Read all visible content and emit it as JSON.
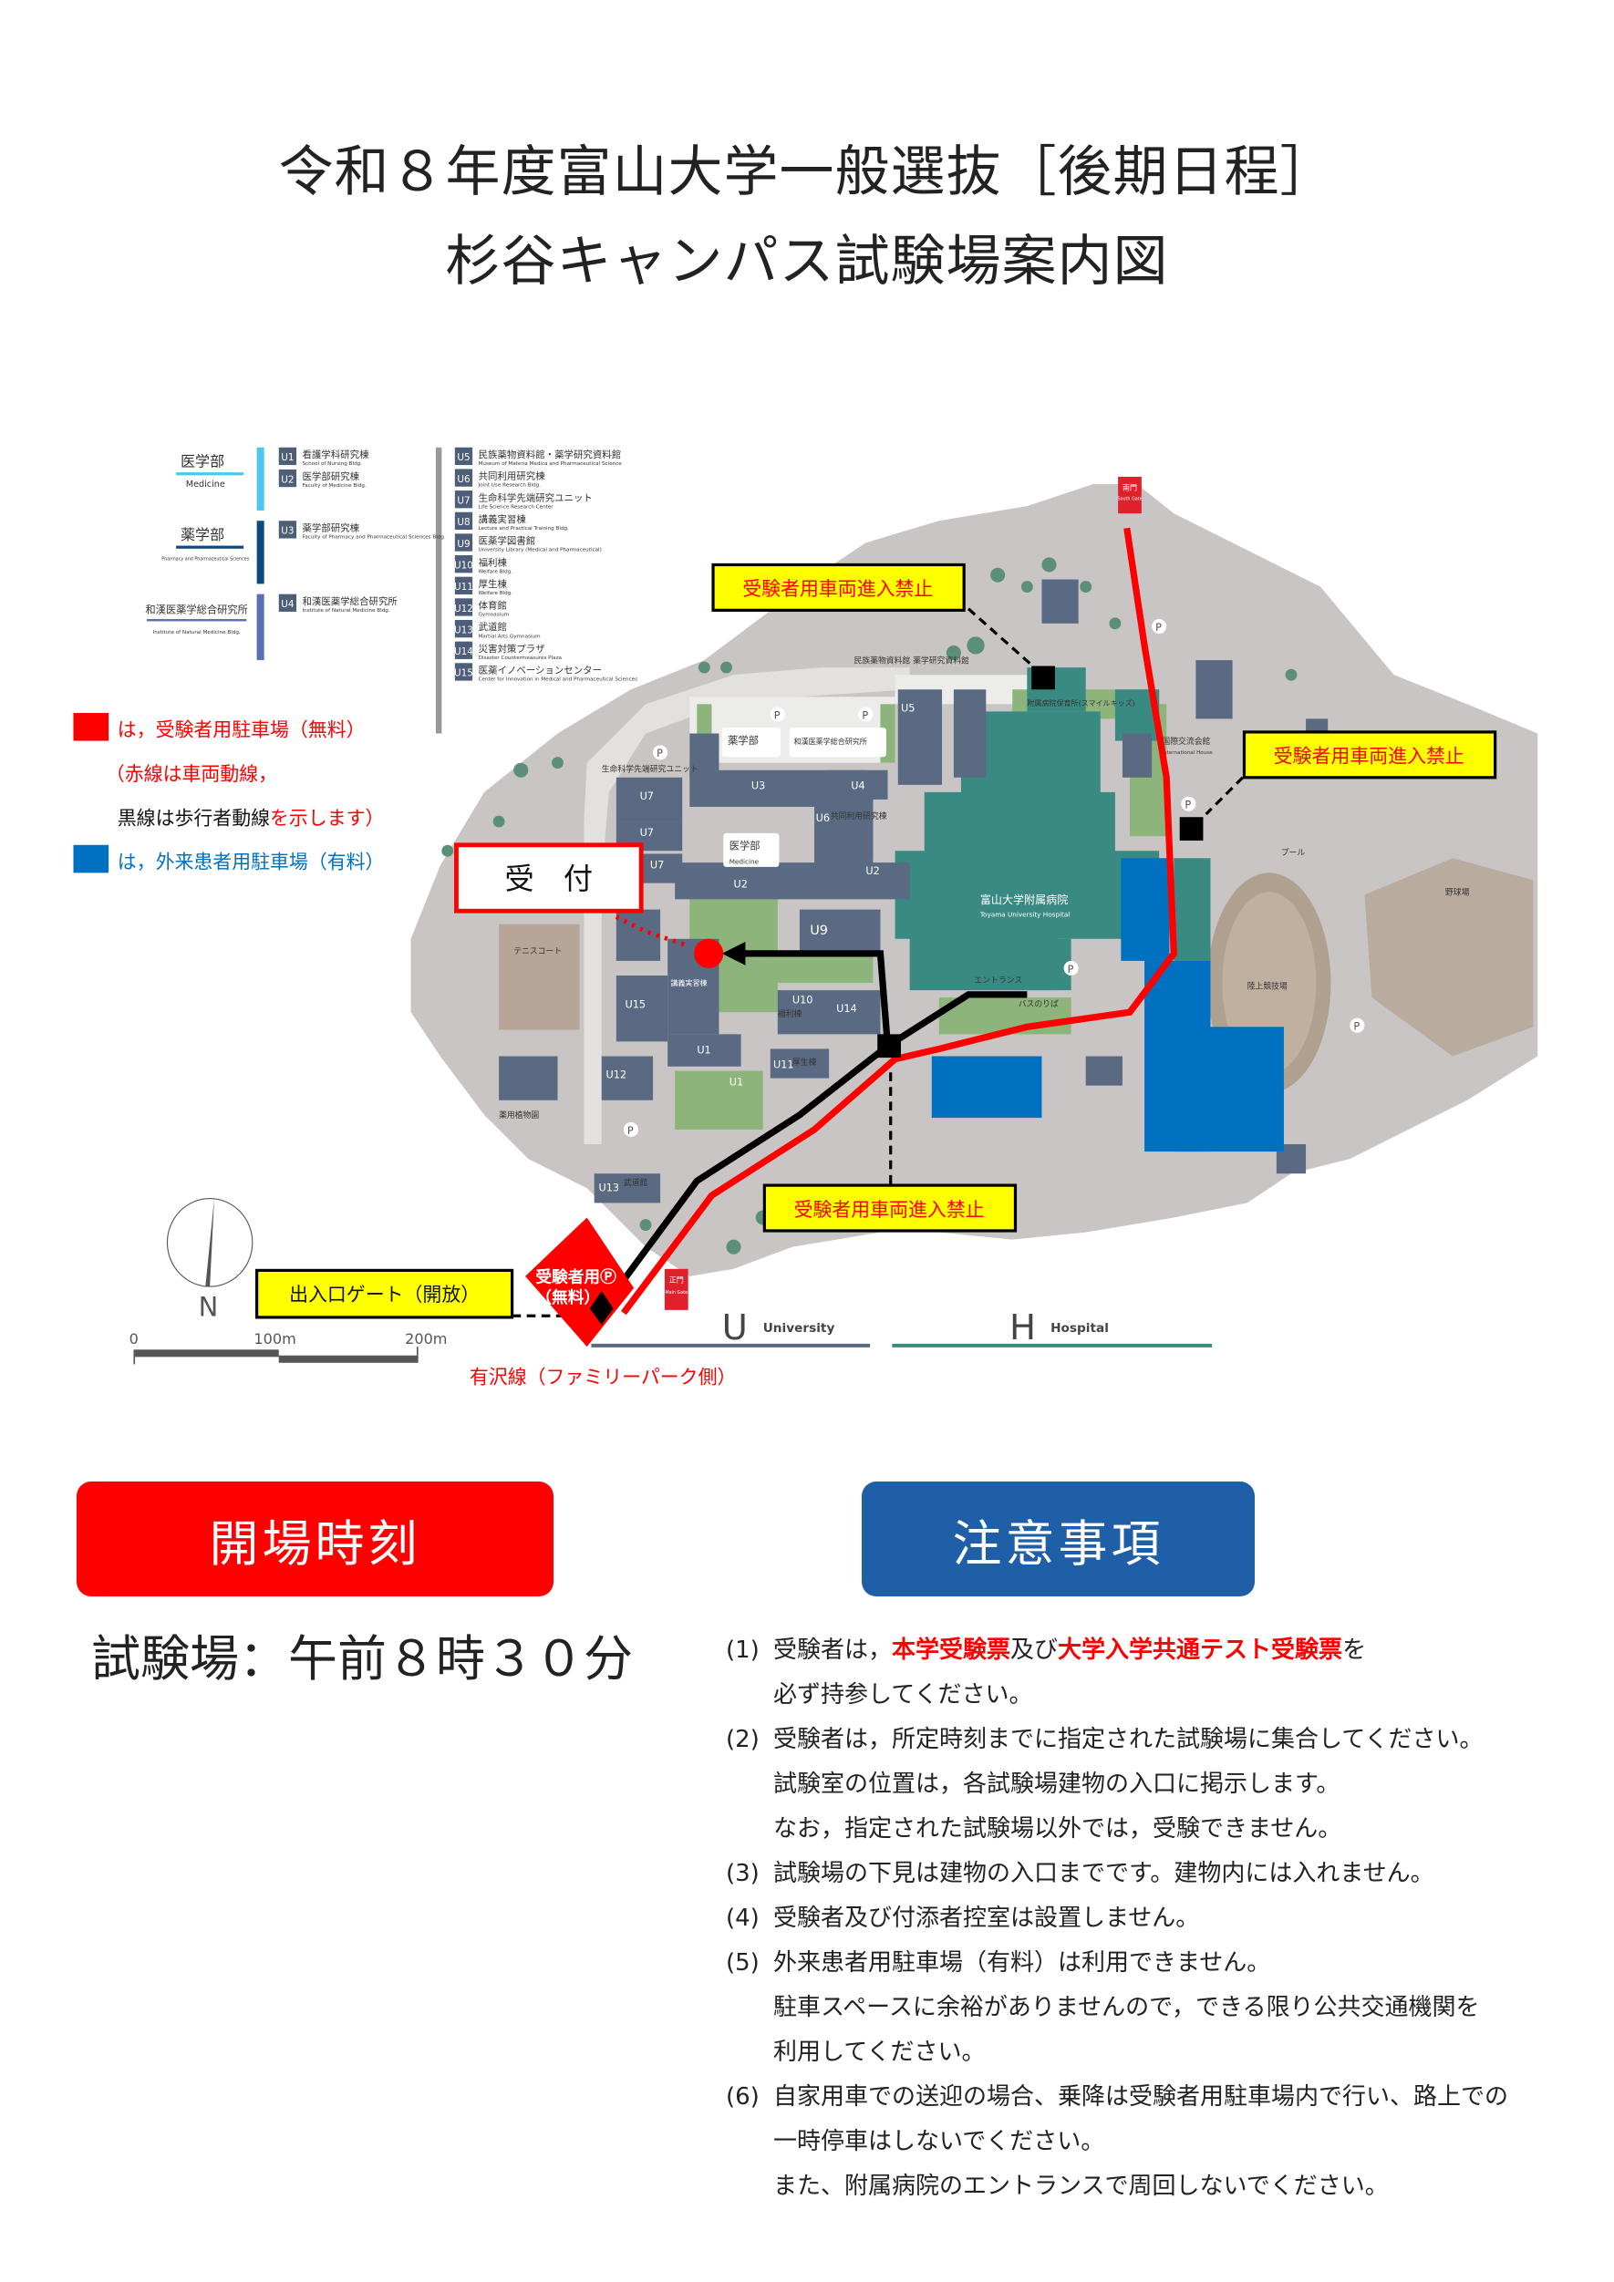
{
  "title": {
    "line1": "令和８年度富山大学一般選抜［後期日程］",
    "line2": "杉谷キャンパス試験場案内図"
  },
  "legend": {
    "departments": [
      {
        "ja": "医学部",
        "en": "Medicine"
      },
      {
        "ja": "薬学部",
        "en": "Pharmacy and Pharmaceutical Sciences"
      },
      {
        "ja": "和漢医薬学総合研究所",
        "en": "Institute of Natural Medicine Bldg."
      }
    ],
    "buildings": [
      {
        "code": "U1",
        "ja": "看護学科研究棟",
        "en": "School of Nursing Bldg."
      },
      {
        "code": "U2",
        "ja": "医学部研究棟",
        "en": "Faculty of Medicine Bldg."
      },
      {
        "code": "U3",
        "ja": "薬学部研究棟",
        "en": "Faculty of Pharmacy and Pharmaceutical Sciences Bldg."
      },
      {
        "code": "U4",
        "ja": "和漢医薬学総合研究所",
        "en": "Institute of Natural Medicine Bldg."
      },
      {
        "code": "U5",
        "ja": "民族薬物資料館・薬学研究資料館",
        "en": "Museum of Materia Medica and Pharmaceutical Science"
      },
      {
        "code": "U6",
        "ja": "共同利用研究棟",
        "en": "Joint Use Research Bldg."
      },
      {
        "code": "U7",
        "ja": "生命科学先端研究ユニット",
        "en": "Life Science Research Center"
      },
      {
        "code": "U8",
        "ja": "講義実習棟",
        "en": "Lecture and Practical Training Bldg."
      },
      {
        "code": "U9",
        "ja": "医薬学図書館",
        "en": "University Library (Medical and Pharmaceutical)"
      },
      {
        "code": "U10",
        "ja": "福利棟",
        "en": "Welfare Bldg."
      },
      {
        "code": "U11",
        "ja": "厚生棟",
        "en": "Welfare Bldg."
      },
      {
        "code": "U12",
        "ja": "体育館",
        "en": "Gymnasium"
      },
      {
        "code": "U13",
        "ja": "武道館",
        "en": "Martial Arts Gymnasium"
      },
      {
        "code": "U14",
        "ja": "災害対策プラザ",
        "en": "Disaster Countermeasures Plaza"
      },
      {
        "code": "U15",
        "ja": "医薬イノベーションセンター",
        "en": "Center for Innovation in Medical and Pharmaceutical Sciences"
      }
    ]
  },
  "route_legend": {
    "free_parking": "は，受験者用駐車場（無料）",
    "car_line": "（赤線は車両動線，",
    "walk_line": "黒線は歩行者動線",
    "walk_line_suffix": "を示します）",
    "patient_parking": "は，外来患者用駐車場（有料）",
    "colors": {
      "free": "#ff0000",
      "patient": "#0070c0"
    }
  },
  "map": {
    "reception": "受　付",
    "no_entry": "受験者用車両進入禁止",
    "exit_gate": "出入口ゲート（開放）",
    "free_parking": [
      "受験者用Ⓟ",
      "（無料）"
    ],
    "main_gate": [
      "正門",
      "Main Gate"
    ],
    "south_gate": [
      "南門",
      "South Gate"
    ],
    "compass": "N",
    "scale": [
      "0",
      "100m",
      "200m"
    ],
    "road_name": "有沢線（ファミリーパーク側）",
    "key": [
      {
        "letter": "U",
        "label": "University"
      },
      {
        "letter": "H",
        "label": "Hospital"
      }
    ],
    "labels": {
      "hospital_ja": "富山大学附属病院",
      "hospital_en": "Toyama University Hospital",
      "pharmacy": "薬学部",
      "medicine": "医学部",
      "medicine_en": "Medicine",
      "natural_med": "和漢医薬学総合研究所",
      "life_sci": "生命科学先端研究ユニット",
      "museum": "民族薬物資料館 薬学研究資料館",
      "nursery": "附属病院保育所(スマイルキッズ)",
      "intl_house": "国際交流会館",
      "intl_house_en": "International House",
      "joint_use": "共同利用研究棟",
      "lecture": "講義実習棟",
      "welfare": "福利棟",
      "welfare2": "厚生棟",
      "tennis": "テニスコート",
      "herb": "薬用植物園",
      "budokan": "武道館",
      "pool": "プール",
      "track": "陸上競技場",
      "baseball": "野球場",
      "bus": "バスのりば",
      "entrance": "エントランス",
      "parking": "P",
      "U1": "U1",
      "U2": "U2",
      "U3": "U3",
      "U4": "U4",
      "U5": "U5",
      "U6": "U6",
      "U7": "U7",
      "U9": "U9",
      "U10": "U10",
      "U11": "U11",
      "U12": "U12",
      "U13": "U13",
      "U14": "U14",
      "U15": "U15"
    }
  },
  "opening": {
    "button": "開場時刻",
    "text": "試験場：午前８時３０分"
  },
  "notes": {
    "button": "注意事項",
    "item1": {
      "num": "(1)",
      "seg": [
        "受験者は，",
        "本学受験票",
        "及び",
        "大学入学共通テスト受験票",
        "を"
      ],
      "line2": "必ず持参してください。"
    },
    "item2": {
      "num": "(2)",
      "lines": [
        "受験者は，所定時刻までに指定された試験場に集合してください。",
        "試験室の位置は，各試験場建物の入口に掲示します。",
        "なお，指定された試験場以外では，受験できません。"
      ]
    },
    "item3": {
      "num": "(3)",
      "lines": [
        "試験場の下見は建物の入口までです。建物内には入れません。"
      ]
    },
    "item4": {
      "num": "(4)",
      "lines": [
        "受験者及び付添者控室は設置しません。"
      ]
    },
    "item5": {
      "num": "(5)",
      "lines": [
        "外来患者用駐車場（有料）は利用できません。",
        "駐車スペースに余裕がありませんので，できる限り公共交通機関を",
        "利用してください。"
      ]
    },
    "item6": {
      "num": "(6)",
      "lines": [
        "自家用車での送迎の場合、乗降は受験者用駐車場内で行い、路上での",
        "一時停車はしないでください。",
        "また、附属病院のエントランスで周回しないでください。"
      ]
    }
  }
}
